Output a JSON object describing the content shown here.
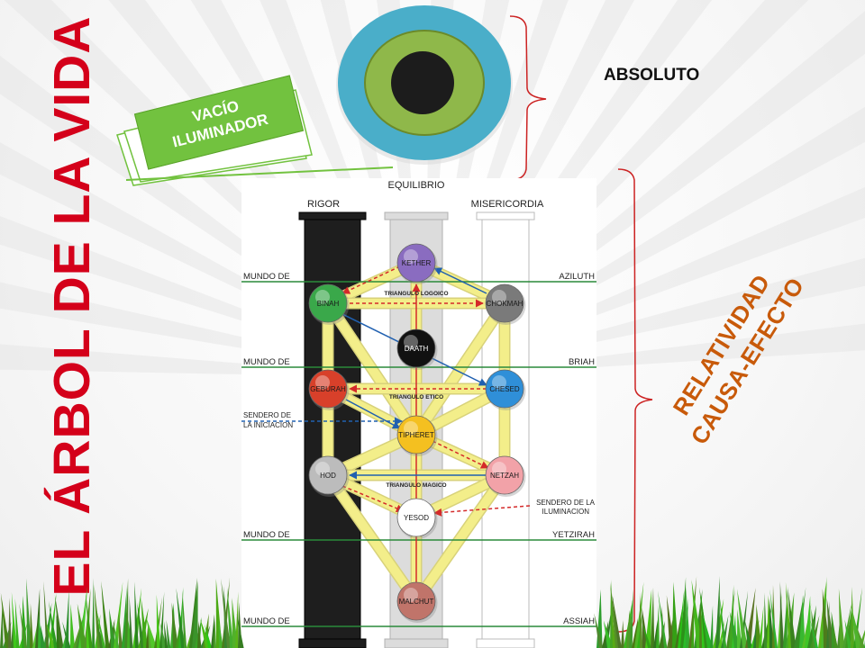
{
  "slide": {
    "title": "EL ÁRBOL DE LA VIDA",
    "absoluto": "ABSOLUTO",
    "relatividad": [
      "RELATIVIDAD",
      "CAUSA-EFECTO"
    ],
    "vacio": [
      "VACÍO",
      "ILUMINADOR"
    ]
  },
  "colors": {
    "title": "#d4001a",
    "relatividad": "#c85a0a",
    "vacio_box": "#72c23f",
    "eye_outer": "#4aaec9",
    "eye_middle": "#8fb84a",
    "eye_pupil": "#1c1c1c",
    "bracket": "#cc2222",
    "world_line": "#2a8a3a",
    "path": "#f3ee8a",
    "arrow_red": "#d42a2a",
    "arrow_blue": "#2060b0"
  },
  "diagram": {
    "pillars": {
      "left": "RIGOR",
      "center": "EQUILIBRIO",
      "right": "MISERICORDIA"
    },
    "worlds": [
      {
        "left": "MUNDO DE",
        "right": "AZILUTH"
      },
      {
        "left": "MUNDO DE",
        "right": "BRIAH"
      },
      {
        "left": "MUNDO DE",
        "right": "YETZIRAH"
      },
      {
        "left": "MUNDO DE",
        "right": "ASSIAH"
      }
    ],
    "sephiroth": [
      {
        "id": "kether",
        "label": "KETHER",
        "color": "#8a6cc0"
      },
      {
        "id": "chokmah",
        "label": "CHOKMAH",
        "color": "#7a7a7a"
      },
      {
        "id": "binah",
        "label": "BINAH",
        "color": "#3aa84a"
      },
      {
        "id": "daath",
        "label": "DAATH",
        "color": "#111111"
      },
      {
        "id": "chesed",
        "label": "CHESED",
        "color": "#2f8fd8"
      },
      {
        "id": "geburah",
        "label": "GEBURAH",
        "color": "#d8402a"
      },
      {
        "id": "tiphereth",
        "label": "TIPHERET",
        "color": "#f4c020"
      },
      {
        "id": "netzah",
        "label": "NETZAH",
        "color": "#f2a2a8"
      },
      {
        "id": "hod",
        "label": "HOD",
        "color": "#bcbcbc"
      },
      {
        "id": "yesod",
        "label": "YESOD",
        "color": "#ffffff"
      },
      {
        "id": "malchut",
        "label": "MALCHUT",
        "color": "#c0746a"
      }
    ],
    "triangles": [
      "TRIANGULO LOGOICO",
      "TRIANGULO ETICO",
      "TRIANGULO MAGICO"
    ],
    "sendero_iniciacion": [
      "SENDERO DE",
      "LA INICIACION"
    ],
    "sendero_iluminacion": [
      "SENDERO DE LA",
      "ILUMINACION"
    ]
  }
}
